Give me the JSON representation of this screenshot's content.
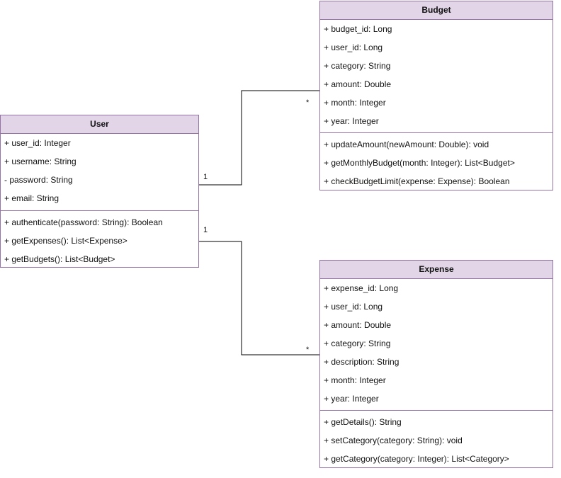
{
  "classes": {
    "user": {
      "name": "User",
      "attributes": [
        "+ user_id: Integer",
        "+ username: String",
        "- password: String",
        "+ email: String"
      ],
      "methods": [
        "+ authenticate(password: String): Boolean",
        "+ getExpenses(): List<Expense>",
        "+ getBudgets(): List<Budget>"
      ]
    },
    "budget": {
      "name": "Budget",
      "attributes": [
        "+ budget_id: Long",
        "+ user_id: Long",
        "+ category: String",
        "+ amount: Double",
        "+ month: Integer",
        "+ year: Integer"
      ],
      "methods": [
        "+ updateAmount(newAmount: Double): void",
        "+ getMonthlyBudget(month: Integer): List<Budget>",
        "+ checkBudgetLimit(expense: Expense): Boolean"
      ]
    },
    "expense": {
      "name": "Expense",
      "attributes": [
        "+ expense_id: Long",
        "+ user_id: Long",
        "+ amount: Double",
        "+ category: String",
        "+ description: String",
        "+ month: Integer",
        "+ year: Integer"
      ],
      "methods": [
        "+ getDetails(): String",
        "+ setCategory(category: String): void",
        "+ getCategory(category: Integer): List<Category>"
      ]
    }
  },
  "associations": {
    "user_budget": {
      "source_multiplicity": "1",
      "target_multiplicity": "*"
    },
    "user_expense": {
      "source_multiplicity": "1",
      "target_multiplicity": "*"
    }
  },
  "colors": {
    "header_fill": "#e1d5e7",
    "border": "#9673a6",
    "line": "#000000"
  }
}
